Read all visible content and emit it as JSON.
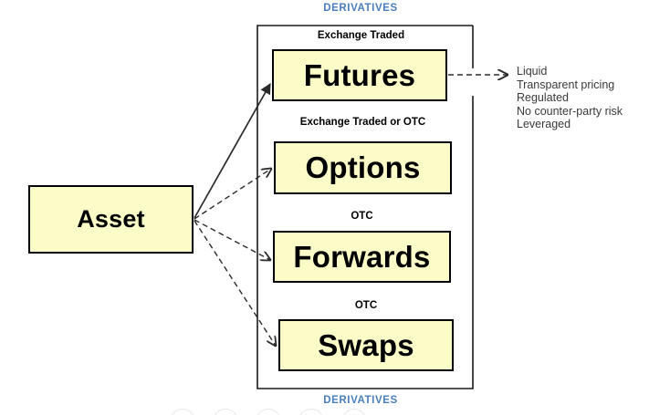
{
  "diagram": {
    "title_top": "DERIVATIVES",
    "title_bottom": "DERIVATIVES",
    "source_node": {
      "label": "Asset"
    },
    "groups": [
      {
        "caption": "Exchange Traded",
        "label": "Futures",
        "arrow": "solid"
      },
      {
        "caption": "Exchange Traded or OTC",
        "label": "Options",
        "arrow": "dashed"
      },
      {
        "caption": "OTC",
        "label": "Forwards",
        "arrow": "dashed"
      },
      {
        "caption": "OTC",
        "label": "Swaps",
        "arrow": "dashed"
      }
    ],
    "futures_features": [
      "Liquid",
      "Transparent pricing",
      "Regulated",
      "No counter-party risk",
      "Leveraged"
    ],
    "colors": {
      "node_fill": "#fcfcc8",
      "node_stroke": "#000000",
      "title_blue": "#4a7ebb",
      "text_black": "#000000",
      "feature_text": "#3a3a3a"
    }
  }
}
